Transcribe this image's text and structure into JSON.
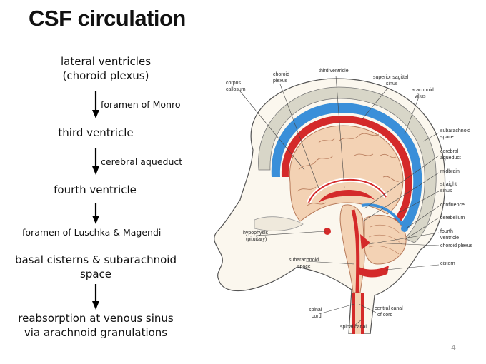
{
  "title": "CSF circulation",
  "flow": {
    "step1_line1": "lateral ventricles",
    "step1_line2": "(choroid plexus)",
    "via1": "foramen of Monro",
    "step2": "third ventricle",
    "via2": "cerebral aqueduct",
    "step3": "fourth ventricle",
    "via3": "foramen of Luschka & Magendi",
    "step4_line1": "basal cisterns & subarachnoid",
    "step4_line2": "space",
    "step5_line1": "reabsorption at venous sinus",
    "step5_line2": "via arachnoid granulations"
  },
  "figure_labels": {
    "corpus_callosum_1": "corpus",
    "corpus_callosum_2": "callosum",
    "choroid_plexus_1": "choroid",
    "choroid_plexus_2": "plexus",
    "third_ventricle": "third ventricle",
    "superior_sagittal_1": "superior sagittal",
    "superior_sagittal_2": "sinus",
    "arachnoid_villus_1": "arachnoid",
    "arachnoid_villus_2": "villus",
    "subarachnoid_space_1": "subarachnoid",
    "subarachnoid_space_2": "space",
    "cerebral_aqueduct_1": "cerebral",
    "cerebral_aqueduct_2": "aqueduct",
    "midbrain": "midbrain",
    "straight_sinus_1": "straight",
    "straight_sinus_2": "sinus",
    "confluence": "confluence",
    "cerebellum": "cerebellum",
    "fourth_ventricle_1": "fourth",
    "fourth_ventricle_2": "ventricle",
    "choroid_plexus_b": "choroid plexus",
    "cistern": "cistern",
    "hypophysis_1": "hypophysis",
    "hypophysis_2": "(pituitary)",
    "subarachnoid_low_1": "subarachnoid",
    "subarachnoid_low_2": "space",
    "spinal_cord_1": "spinal",
    "spinal_cord_2": "cord",
    "central_canal_1": "central canal",
    "central_canal_2": "of cord",
    "spinal_canal": "spinal canal"
  },
  "page_number": "4",
  "colors": {
    "csf_blue": "#3a8fd9",
    "blood_red": "#d42a2a",
    "brain_tan": "#f3d2b4",
    "bone": "#d8d6c8"
  }
}
